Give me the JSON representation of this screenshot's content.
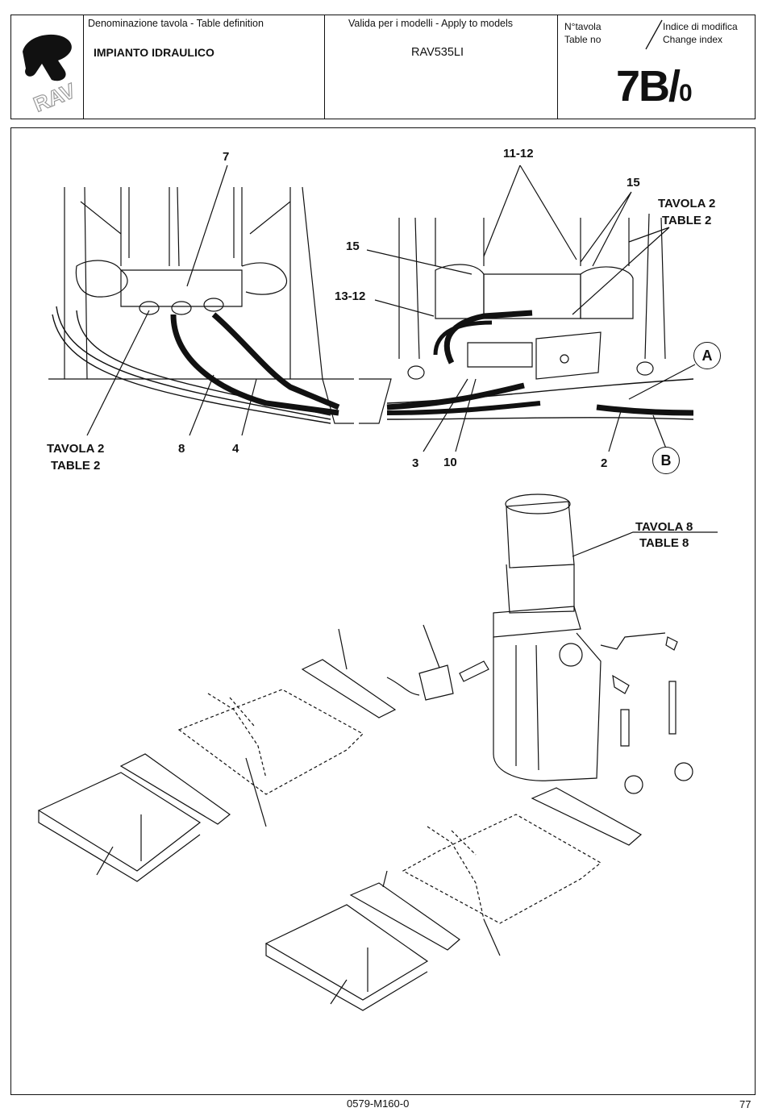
{
  "header": {
    "definition_caption": "Denominazione tavola - Table definition",
    "definition_value": "IMPIANTO IDRAULICO",
    "models_caption": "Valida per i modelli - Apply to models",
    "models_value": "RAV535LI",
    "table_no_it": "N°tavola",
    "table_no_en": "Table no",
    "change_index_it": "Indice di modifica",
    "change_index_en": "Change index",
    "table_number_main": "7B/",
    "table_number_index": "0",
    "logo_text": "RAV"
  },
  "callouts": {
    "c7": "7",
    "c11_12": "11-12",
    "c15_right": "15",
    "c15_left": "15",
    "c13_12": "13-12",
    "tavola2_right_1": "TAVOLA 2",
    "tavola2_right_2": "TABLE 2",
    "tavola2_left_1": "TAVOLA 2",
    "tavola2_left_2": "TABLE 2",
    "c8": "8",
    "c4": "4",
    "c3": "3",
    "c10": "10",
    "c2": "2",
    "circle_a": "A",
    "circle_b": "B",
    "tavola8_1": "TAVOLA  8",
    "tavola8_2": "TABLE 8"
  },
  "footer": {
    "drawing_code": "0579-M160-0",
    "page_number": "77"
  }
}
